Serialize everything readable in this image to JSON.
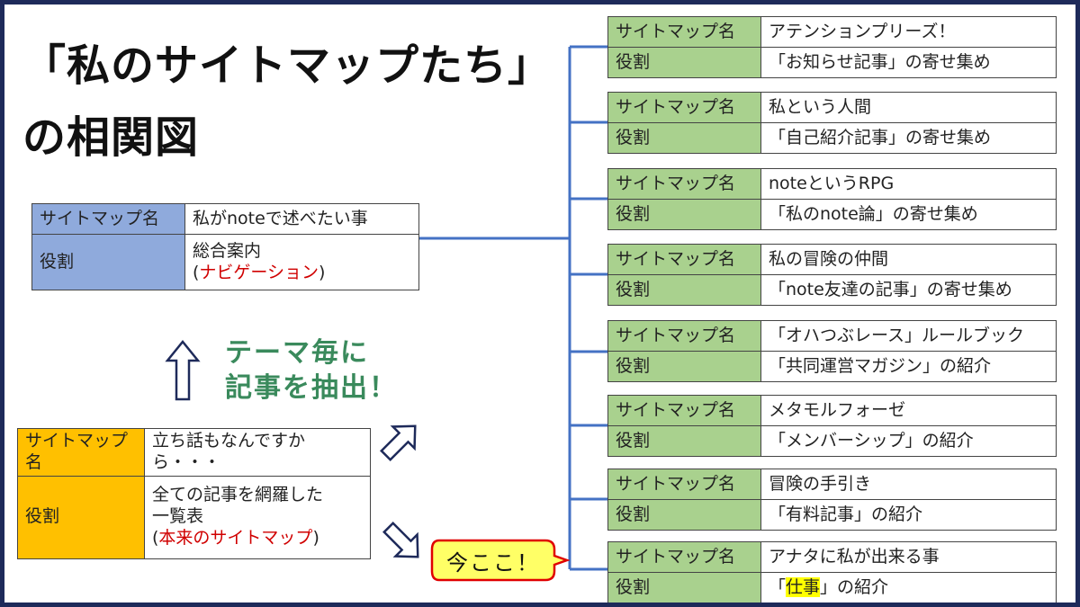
{
  "title": {
    "line1": "「私のサイトマップたち」",
    "line2": "の相関図"
  },
  "hub": {
    "name_label": "サイトマップ名",
    "name": "私がnoteで述べたい事",
    "role_label": "役割",
    "role_line1": "総合案内",
    "role_line2_pre": "(",
    "role_line2_hl": "ナビゲーション",
    "role_line2_post": ")"
  },
  "source": {
    "name_label": "サイトマップ名",
    "name": "立ち話もなんですから・・・",
    "role_label": "役割",
    "role_line1": "全ての記事を網羅した",
    "role_line2": "一覧表",
    "role_line3_pre": "(",
    "role_line3_hl": "本来のサイトマップ",
    "role_line3_post": ")"
  },
  "theme_extract": {
    "line1": "テーマ毎に",
    "line2": "記事を抽出！"
  },
  "callout": {
    "text": "今ここ！",
    "fill": "#ffff66",
    "stroke": "#e00000"
  },
  "items": [
    {
      "name_label": "サイトマップ名",
      "name": "アテンションプリーズ！",
      "role_label": "役割",
      "role_pre": "「お知らせ記事」の寄せ集め",
      "role_hl": "",
      "role_post": ""
    },
    {
      "name_label": "サイトマップ名",
      "name": "私という人間",
      "role_label": "役割",
      "role_pre": "「自己紹介記事」の寄せ集め",
      "role_hl": "",
      "role_post": ""
    },
    {
      "name_label": "サイトマップ名",
      "name": "noteというRPG",
      "role_label": "役割",
      "role_pre": "「私のnote論」の寄せ集め",
      "role_hl": "",
      "role_post": ""
    },
    {
      "name_label": "サイトマップ名",
      "name": "私の冒険の仲間",
      "role_label": "役割",
      "role_pre": "「note友達の記事」の寄せ集め",
      "role_hl": "",
      "role_post": ""
    },
    {
      "name_label": "サイトマップ名",
      "name": "「オハつぶレース」ルールブック",
      "role_label": "役割",
      "role_pre": "「共同運営マガジン」の紹介",
      "role_hl": "",
      "role_post": ""
    },
    {
      "name_label": "サイトマップ名",
      "name": "メタモルフォーゼ",
      "role_label": "役割",
      "role_pre": "「メンバーシップ」の紹介",
      "role_hl": "",
      "role_post": ""
    },
    {
      "name_label": "サイトマップ名",
      "name": "冒険の手引き",
      "role_label": "役割",
      "role_pre": "「有料記事」の紹介",
      "role_hl": "",
      "role_post": ""
    },
    {
      "name_label": "サイトマップ名",
      "name": "アナタに私が出来る事",
      "role_label": "役割",
      "role_pre": "「",
      "role_hl": "仕事",
      "role_post": "」の紹介"
    }
  ],
  "colors": {
    "frame": "#1e2a5a",
    "connector": "#4472c4",
    "item_label": "#a9d18e",
    "hub_label": "#8faadc",
    "source_label": "#ffc000",
    "theme_text": "#3a8a5c",
    "highlight_red": "#d00000",
    "highlight_yellow": "#ffff00"
  },
  "icons": {
    "up": "outline-up-arrow-icon",
    "up_right": "outline-up-right-arrow-icon",
    "down_right": "outline-down-right-arrow-icon"
  }
}
